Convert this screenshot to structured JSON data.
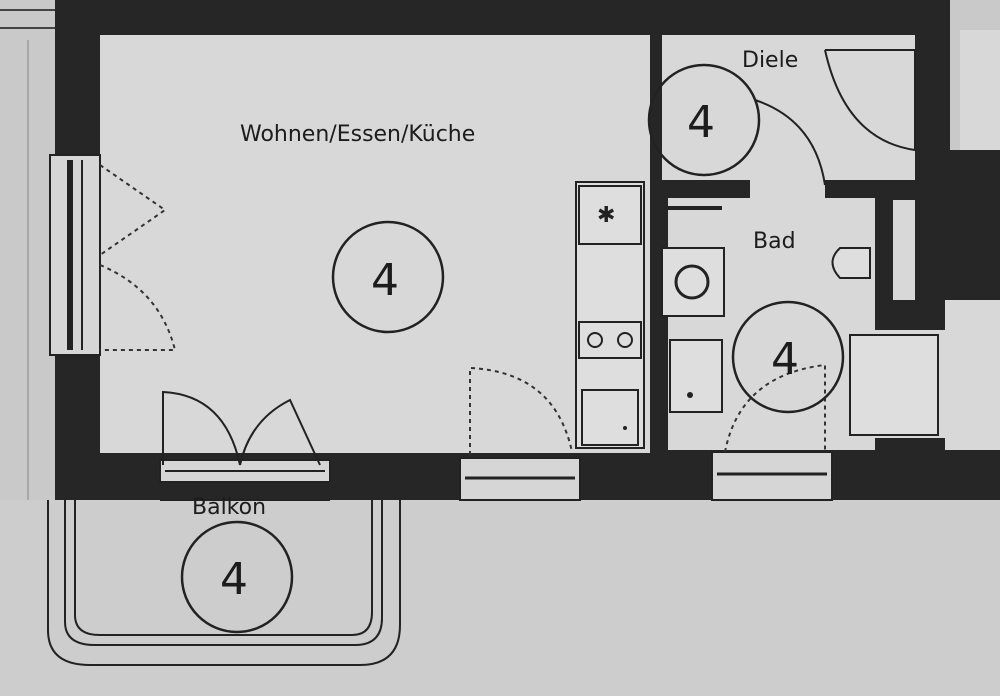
{
  "rooms": {
    "living": {
      "label": "Wohnen/Essen/Küche",
      "marker": "4"
    },
    "hall": {
      "label": "Diele",
      "marker": "4"
    },
    "bath": {
      "label": "Bad",
      "marker": "4"
    },
    "balcony": {
      "label": "Balkon",
      "marker": "4"
    }
  },
  "colors": {
    "wall": "#262626",
    "floor": "#d8d8d8",
    "paper": "#c9c9c9"
  }
}
